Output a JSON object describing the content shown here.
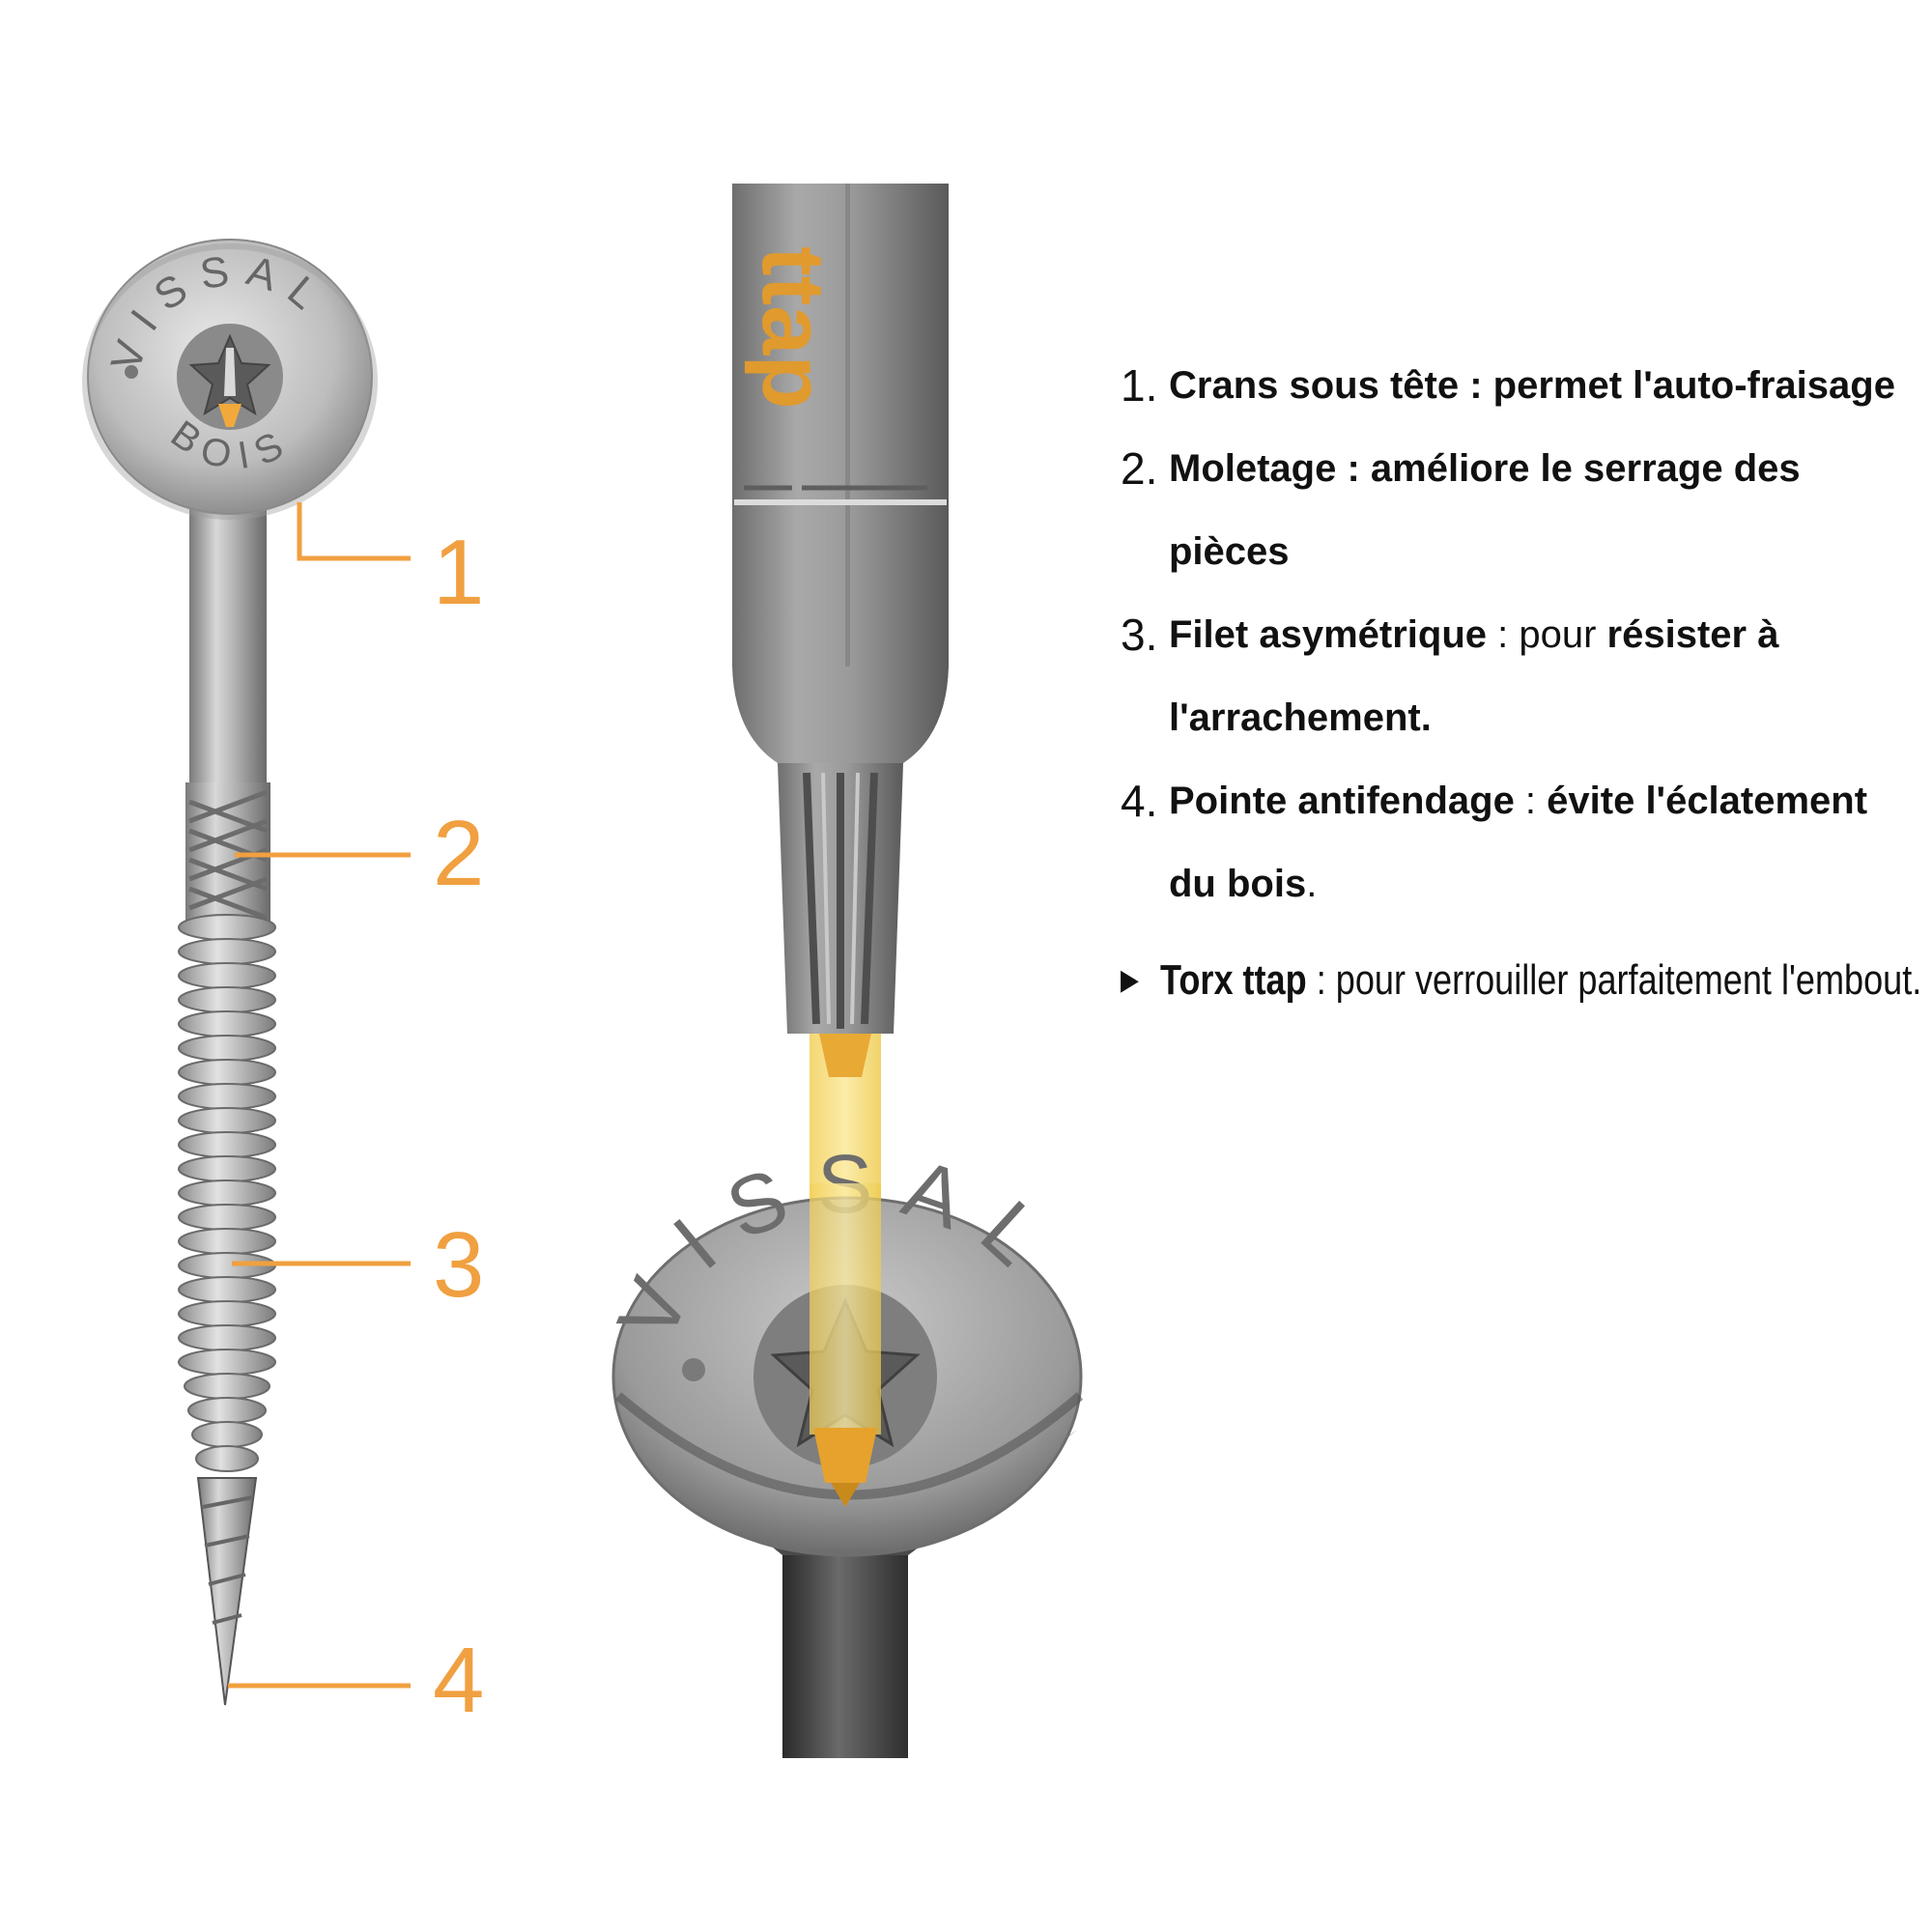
{
  "screw_head_text": {
    "brand": "VISSAL",
    "material": "BOIS"
  },
  "bit_brand": "ttap",
  "callouts": [
    "1",
    "2",
    "3",
    "4"
  ],
  "legend": [
    {
      "number": "1.",
      "parts": [
        {
          "t": "Crans sous tête : permet l'auto-fraisage",
          "bold": true
        }
      ]
    },
    {
      "number": "2.",
      "parts": [
        {
          "t": "Moletage : améliore le serrage des pièces",
          "bold": true
        }
      ]
    },
    {
      "number": "3.",
      "parts": [
        {
          "t": "Filet asymétrique",
          "bold": true
        },
        {
          "t": " : pour ",
          "bold": false
        },
        {
          "t": "résister à l'arrachement.",
          "bold": true
        }
      ]
    },
    {
      "number": "4.",
      "parts": [
        {
          "t": "Pointe antifendage",
          "bold": true
        },
        {
          "t": " : ",
          "bold": false
        },
        {
          "t": "évite l'éclatement du bois",
          "bold": true
        },
        {
          "t": ".",
          "bold": false
        }
      ]
    }
  ],
  "torx_note": {
    "bold": "Torx ttap",
    "rest": " : pour verrouiller parfaitement l'embout."
  },
  "colors": {
    "accent_orange": "#f0a040",
    "steel": "#a8a8a8",
    "steel_dark": "#5c5c5c",
    "highlight_yellow": "#f6d86a"
  }
}
